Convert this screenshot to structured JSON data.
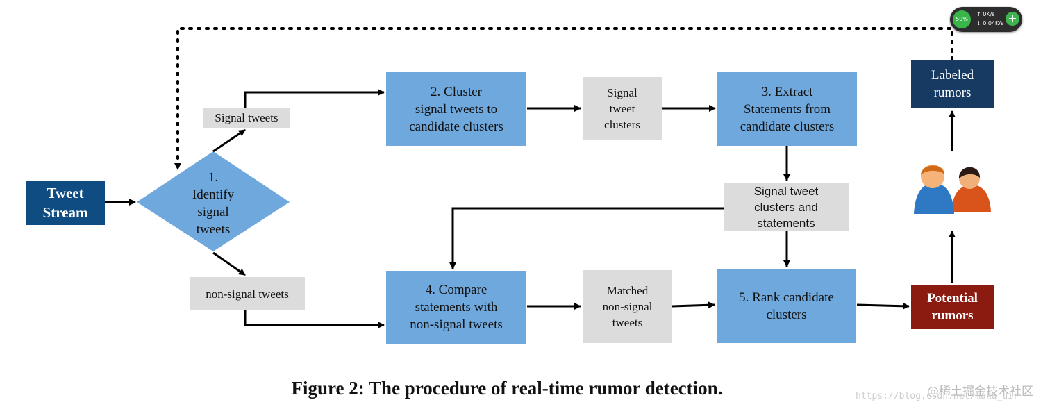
{
  "nodes": {
    "tweet_stream": "Tweet\nStream",
    "identify": "1.\nIdentify\nsignal\ntweets",
    "signal_tweets": "Signal tweets",
    "non_signal_tweets": "non-signal tweets",
    "cluster": "2. Cluster\nsignal tweets to\ncandidate clusters",
    "signal_tweet_clusters": "Signal\ntweet\nclusters",
    "extract": "3. Extract\nStatements from\ncandidate clusters",
    "clusters_and_statements": "Signal tweet\nclusters and\nstatements",
    "compare": "4. Compare\nstatements with\nnon-signal tweets",
    "matched": "Matched\nnon-signal\ntweets",
    "rank": "5. Rank candidate\nclusters",
    "potential": "Potential\nrumors",
    "labeled": "Labeled\nrumors"
  },
  "caption": "Figure 2: The procedure of real-time rumor detection.",
  "watermark": {
    "line1": "@稀土掘金技术社区",
    "line2": "https://blog.csdn.net/maka_uir"
  },
  "net_widget": {
    "cpu": "50%",
    "up": "↑ 0K/s",
    "down": "↓ 0.04K/s",
    "plus": "+"
  },
  "colors": {
    "process_blue": "#6fa8dc",
    "data_gray": "#dcdcdc",
    "stream_blue": "#0f4c81",
    "labeled_navy": "#163a62",
    "potential_red": "#8b1a10"
  }
}
